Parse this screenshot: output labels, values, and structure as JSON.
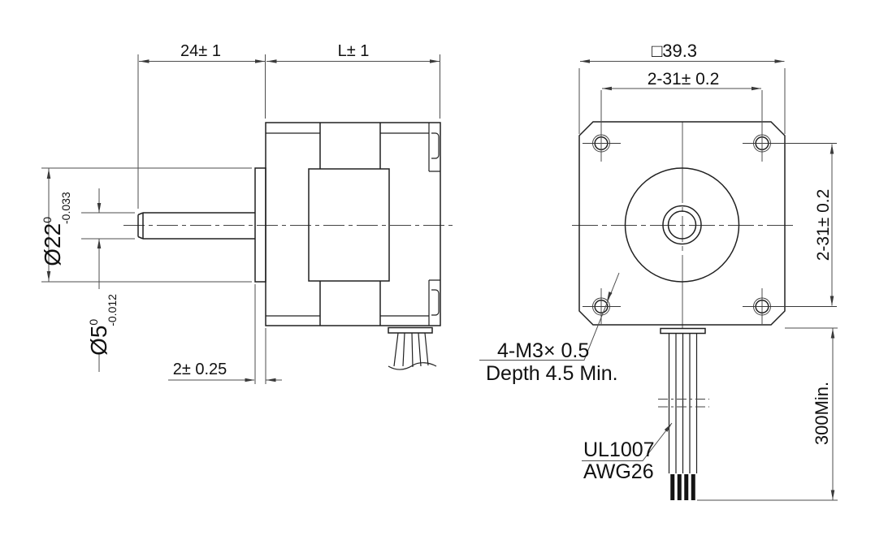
{
  "drawing": {
    "colors": {
      "object_line": "#202020",
      "dimension_line": "#4d4d4d",
      "text": "#111111",
      "background": "#ffffff"
    },
    "side_view": {
      "shaft_length_dim": "24± 1",
      "body_length_dim": "L± 1",
      "pilot_diameter_dim": {
        "value": "Ø22",
        "tol_upper": "0",
        "tol_lower": "-0.033"
      },
      "shaft_diameter_dim": {
        "value": "Ø5",
        "tol_upper": "0",
        "tol_lower": "-0.012"
      },
      "pilot_depth_dim": "2± 0.25"
    },
    "front_view": {
      "frame_size_dim": "□39.3",
      "hole_spacing_horizontal_dim": "2-31± 0.2",
      "hole_spacing_vertical_dim": "2-31± 0.2",
      "mounting_hole_callout": {
        "line1": "4-M3× 0.5",
        "line2": "Depth 4.5 Min."
      },
      "lead_wire_callout": {
        "line1": "UL1007",
        "line2": "AWG26"
      },
      "lead_wire_length_dim": "300Min."
    }
  }
}
